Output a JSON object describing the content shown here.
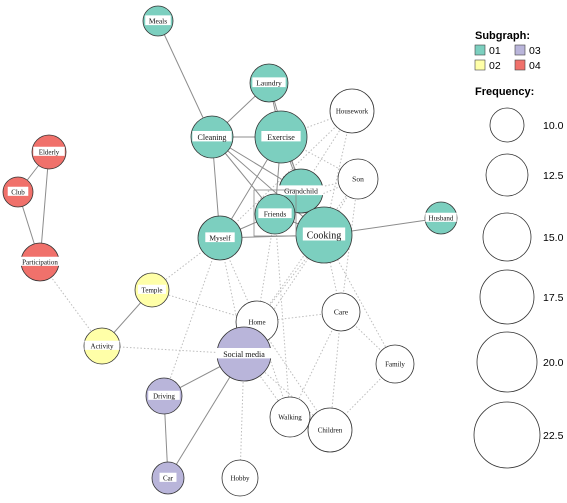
{
  "colors": {
    "g01": "#7ccfbf",
    "g02": "#ffffa8",
    "g03": "#b9b5da",
    "g04": "#f0716b",
    "none": "#ffffff",
    "stroke": "#333333",
    "edge_solid": "#8c8c8c",
    "edge_dotted": "#bdbdbd"
  },
  "nodes": [
    {
      "id": "meals",
      "label": "Meals",
      "group": "01"
    },
    {
      "id": "laundry",
      "label": "Laundry",
      "group": "01"
    },
    {
      "id": "cleaning",
      "label": "Cleaning",
      "group": "01"
    },
    {
      "id": "exercise",
      "label": "Exercise",
      "group": "01"
    },
    {
      "id": "grandchild",
      "label": "Grandchild",
      "group": "01"
    },
    {
      "id": "friends",
      "label": "Friends",
      "group": "01"
    },
    {
      "id": "myself",
      "label": "Myself",
      "group": "01"
    },
    {
      "id": "cooking",
      "label": "Cooking",
      "group": "01"
    },
    {
      "id": "husband",
      "label": "Husband",
      "group": "01"
    },
    {
      "id": "housework",
      "label": "Housework",
      "group": "none"
    },
    {
      "id": "son",
      "label": "Son",
      "group": "none"
    },
    {
      "id": "home",
      "label": "Home",
      "group": "none"
    },
    {
      "id": "care",
      "label": "Care",
      "group": "none"
    },
    {
      "id": "family",
      "label": "Family",
      "group": "none"
    },
    {
      "id": "walking",
      "label": "Walking",
      "group": "none"
    },
    {
      "id": "children",
      "label": "Children",
      "group": "none"
    },
    {
      "id": "hobby",
      "label": "Hobby",
      "group": "none"
    },
    {
      "id": "elderly",
      "label": "Elderly",
      "group": "04"
    },
    {
      "id": "club",
      "label": "Club",
      "group": "04"
    },
    {
      "id": "participation",
      "label": "Participation",
      "group": "04"
    },
    {
      "id": "temple",
      "label": "Temple",
      "group": "02"
    },
    {
      "id": "activity",
      "label": "Activity",
      "group": "02"
    },
    {
      "id": "socialmedia",
      "label": "Social media",
      "group": "03"
    },
    {
      "id": "driving",
      "label": "Driving",
      "group": "03"
    },
    {
      "id": "car",
      "label": "Car",
      "group": "03"
    }
  ],
  "edges": [
    [
      "meals",
      "cleaning",
      "solid"
    ],
    [
      "laundry",
      "cleaning",
      "solid"
    ],
    [
      "laundry",
      "exercise",
      "solid"
    ],
    [
      "laundry",
      "grandchild",
      "solid"
    ],
    [
      "cleaning",
      "exercise",
      "solid"
    ],
    [
      "cleaning",
      "myself",
      "solid"
    ],
    [
      "cleaning",
      "friends",
      "solid"
    ],
    [
      "cleaning",
      "grandchild",
      "solid"
    ],
    [
      "cleaning",
      "cooking",
      "solid"
    ],
    [
      "exercise",
      "grandchild",
      "solid"
    ],
    [
      "exercise",
      "cooking",
      "solid"
    ],
    [
      "exercise",
      "friends",
      "solid"
    ],
    [
      "exercise",
      "myself",
      "solid"
    ],
    [
      "grandchild",
      "cooking",
      "solid"
    ],
    [
      "grandchild",
      "friends",
      "solid"
    ],
    [
      "friends",
      "myself",
      "solid"
    ],
    [
      "friends",
      "cooking",
      "solid"
    ],
    [
      "myself",
      "cooking",
      "solid"
    ],
    [
      "cooking",
      "husband",
      "solid"
    ],
    [
      "elderly",
      "club",
      "solid"
    ],
    [
      "elderly",
      "participation",
      "solid"
    ],
    [
      "club",
      "participation",
      "solid"
    ],
    [
      "temple",
      "activity",
      "solid"
    ],
    [
      "socialmedia",
      "driving",
      "solid"
    ],
    [
      "driving",
      "car",
      "solid"
    ],
    [
      "socialmedia",
      "car",
      "solid"
    ],
    [
      "participation",
      "activity",
      "dotted"
    ],
    [
      "activity",
      "socialmedia",
      "dotted"
    ],
    [
      "temple",
      "home",
      "dotted"
    ],
    [
      "temple",
      "myself",
      "dotted"
    ],
    [
      "myself",
      "home",
      "dotted"
    ],
    [
      "myself",
      "socialmedia",
      "dotted"
    ],
    [
      "myself",
      "driving",
      "dotted"
    ],
    [
      "myself",
      "housework",
      "dotted"
    ],
    [
      "cooking",
      "home",
      "dotted"
    ],
    [
      "cooking",
      "care",
      "dotted"
    ],
    [
      "cooking",
      "family",
      "dotted"
    ],
    [
      "cooking",
      "housework",
      "dotted"
    ],
    [
      "cooking",
      "son",
      "dotted"
    ],
    [
      "cooking",
      "socialmedia",
      "dotted"
    ],
    [
      "grandchild",
      "son",
      "dotted"
    ],
    [
      "grandchild",
      "housework",
      "dotted"
    ],
    [
      "exercise",
      "housework",
      "dotted"
    ],
    [
      "exercise",
      "son",
      "dotted"
    ],
    [
      "friends",
      "home",
      "dotted"
    ],
    [
      "friends",
      "walking",
      "dotted"
    ],
    [
      "friends",
      "son",
      "dotted"
    ],
    [
      "home",
      "socialmedia",
      "dotted"
    ],
    [
      "home",
      "children",
      "dotted"
    ],
    [
      "home",
      "walking",
      "dotted"
    ],
    [
      "home",
      "care",
      "dotted"
    ],
    [
      "care",
      "walking",
      "dotted"
    ],
    [
      "care",
      "children",
      "dotted"
    ],
    [
      "care",
      "family",
      "dotted"
    ],
    [
      "son",
      "care",
      "dotted"
    ],
    [
      "son",
      "home",
      "dotted"
    ],
    [
      "socialmedia",
      "walking",
      "dotted"
    ],
    [
      "socialmedia",
      "children",
      "dotted"
    ],
    [
      "socialmedia",
      "hobby",
      "dotted"
    ],
    [
      "walking",
      "children",
      "dotted"
    ],
    [
      "family",
      "children",
      "dotted"
    ]
  ],
  "legend": {
    "subgraph_title": "Subgraph:",
    "subgraph_items": [
      {
        "label": "01",
        "color": "#7ccfbf"
      },
      {
        "label": "03",
        "color": "#b9b5da"
      },
      {
        "label": "02",
        "color": "#ffffa8"
      },
      {
        "label": "04",
        "color": "#f0716b"
      }
    ],
    "frequency_title": "Frequency:",
    "frequency_values": [
      "10.0",
      "12.5",
      "15.0",
      "17.5",
      "20.0",
      "22.5"
    ]
  }
}
